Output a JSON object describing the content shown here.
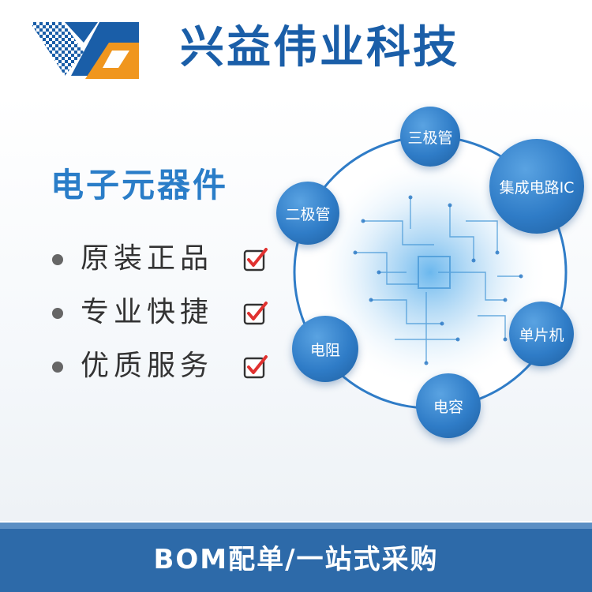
{
  "header": {
    "company_name": "兴益伟业科技"
  },
  "category": {
    "title": "电子元器件"
  },
  "features": [
    {
      "label": "原装正品"
    },
    {
      "label": "专业快捷"
    },
    {
      "label": "优质服务"
    }
  ],
  "diagram": {
    "items": [
      {
        "label": "三极管"
      },
      {
        "label": "集成电路IC"
      },
      {
        "label": "二极管"
      },
      {
        "label": "单片机"
      },
      {
        "label": "电阻"
      },
      {
        "label": "电容"
      }
    ]
  },
  "footer": {
    "text": "BOM配单/一站式采购"
  },
  "colors": {
    "brand_blue": "#1a5ea8",
    "accent_blue": "#2a7dc8",
    "footer_bg": "#2d6aa9",
    "logo_orange": "#f0961e",
    "check_red": "#e0312f"
  },
  "icons": [
    "company-logo-icon",
    "bullet-icon",
    "checkbox-check-icon",
    "circuit-board-icon"
  ]
}
